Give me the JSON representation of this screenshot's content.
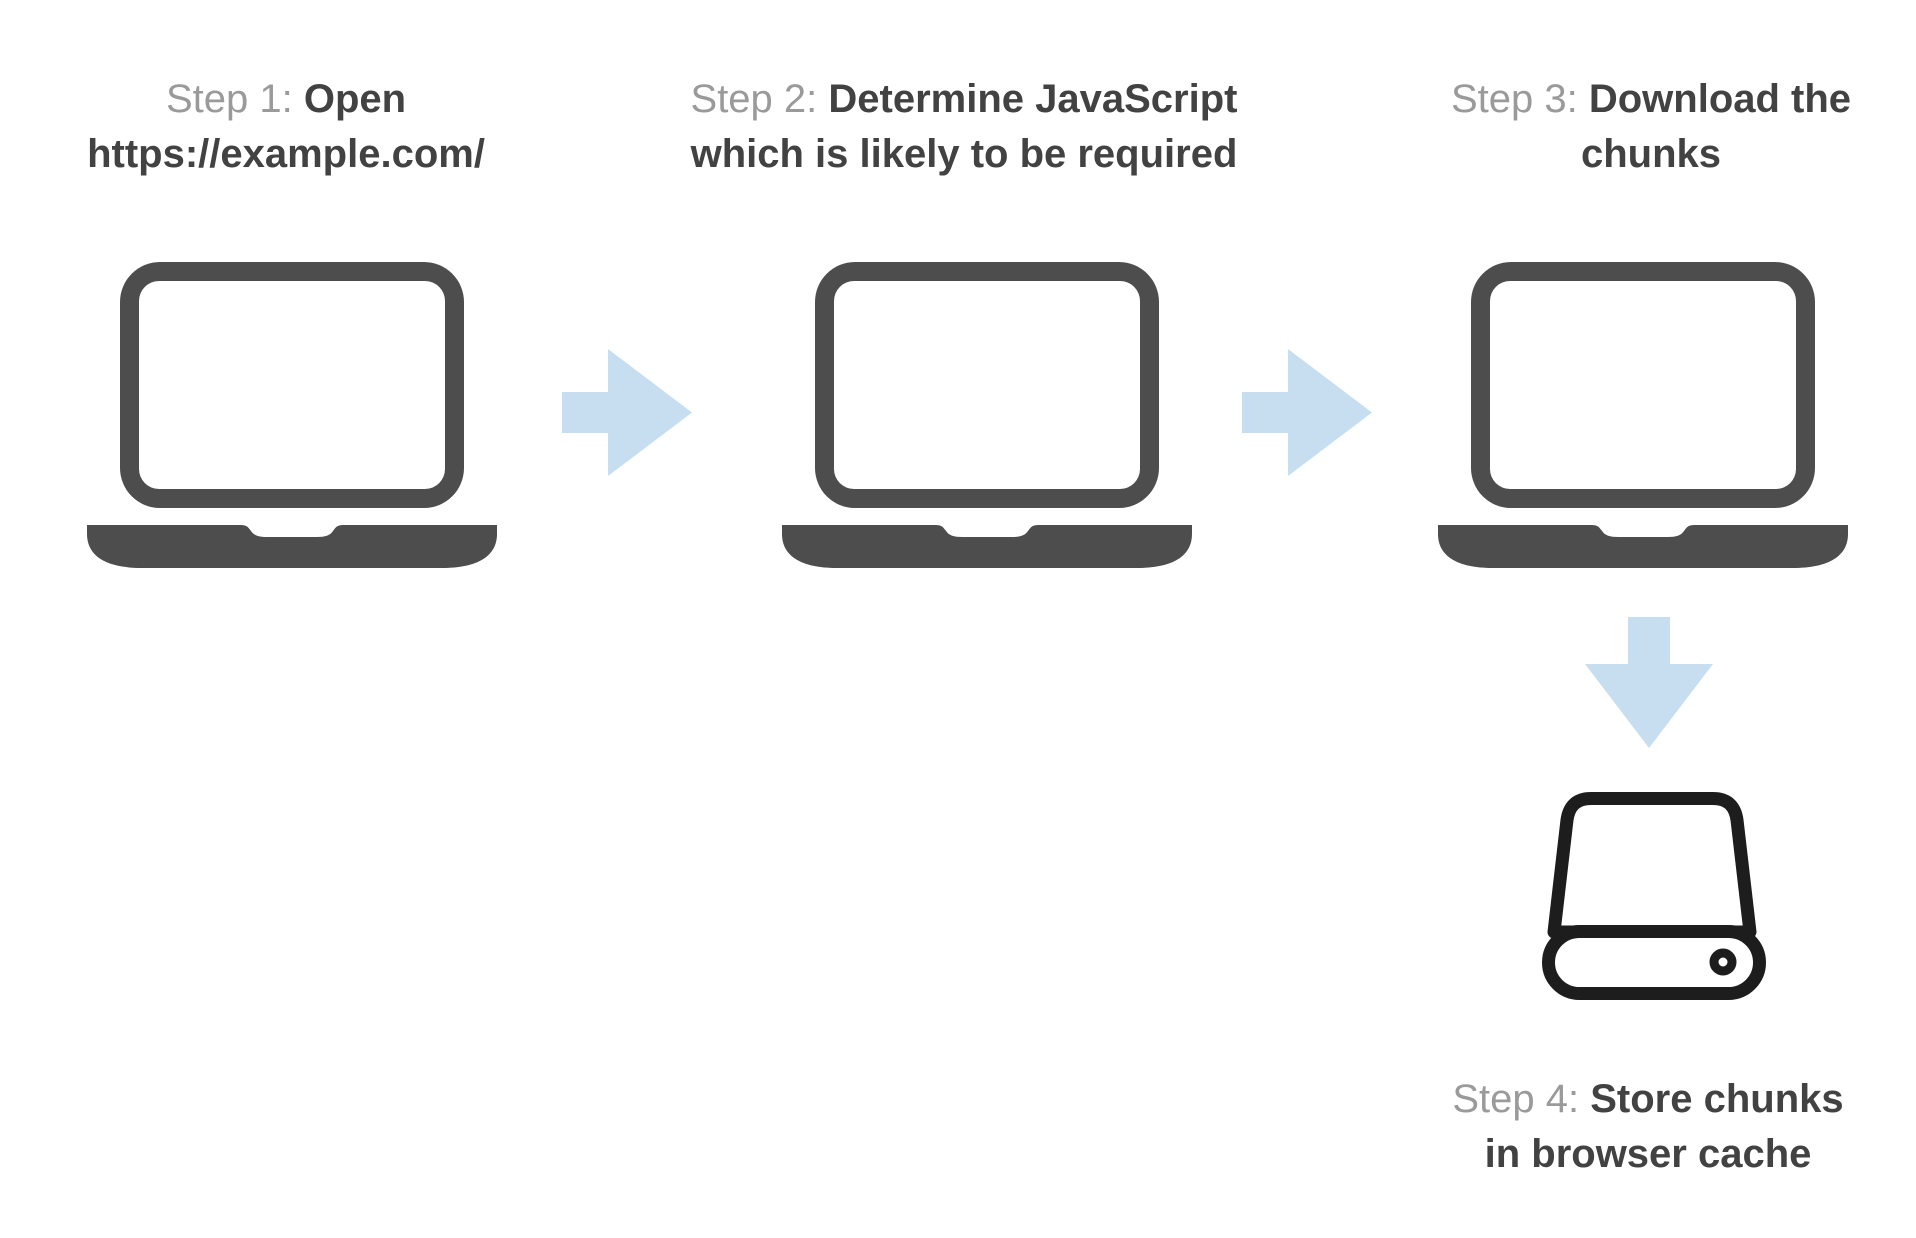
{
  "diagram": {
    "type": "flow",
    "background": "#ffffff",
    "colors": {
      "step_label": "#9a9a9a",
      "step_title": "#424242",
      "laptop_icon": "#4d4d4d",
      "arrow": "#c7def0",
      "drive_icon": "#1d1d1d"
    },
    "steps": [
      {
        "prefix": "Step 1:",
        "title_line1": "Open",
        "title_line2": "https://example.com/",
        "icon": "laptop-icon"
      },
      {
        "prefix": "Step 2:",
        "title_line1": "Determine JavaScript",
        "title_line2": "which is likely to be required",
        "icon": "laptop-icon"
      },
      {
        "prefix": "Step 3:",
        "title_line1": "Download the",
        "title_line2": "chunks",
        "icon": "laptop-icon"
      },
      {
        "prefix": "Step 4:",
        "title_line1": "Store chunks",
        "title_line2": "in browser cache",
        "icon": "hard-drive-icon"
      }
    ],
    "connectors": [
      {
        "from": "step-1",
        "to": "step-2",
        "icon": "arrow-right-icon"
      },
      {
        "from": "step-2",
        "to": "step-3",
        "icon": "arrow-right-icon"
      },
      {
        "from": "step-3",
        "to": "step-4",
        "icon": "arrow-down-icon"
      }
    ]
  }
}
